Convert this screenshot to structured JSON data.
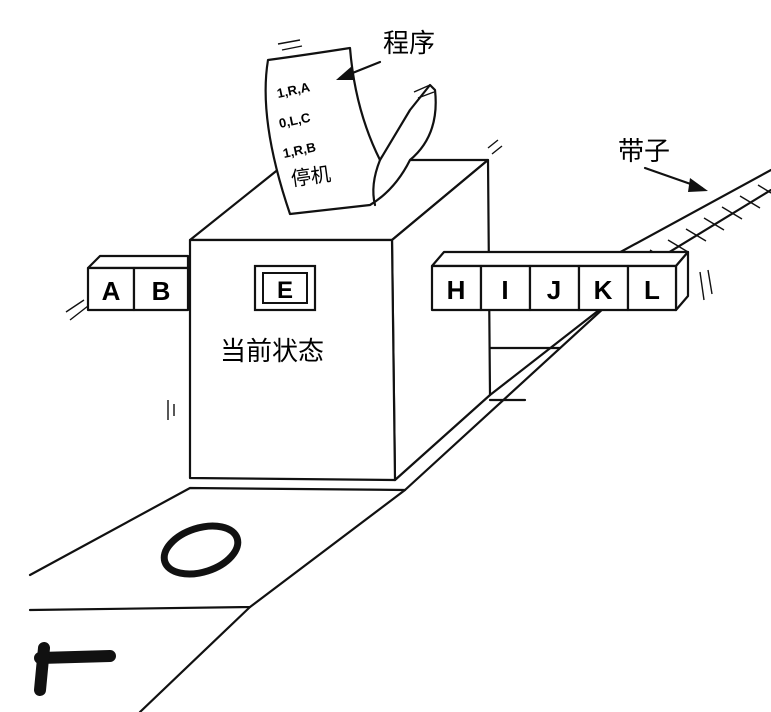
{
  "labels": {
    "program": "程序",
    "tape": "带子",
    "current_state": "当前状态",
    "halt": "停机"
  },
  "program_lines": [
    "1,R,A",
    "0,L,C",
    "1,R,B"
  ],
  "state_symbol": "E",
  "tape_left_cells": [
    "A",
    "B"
  ],
  "tape_right_cells": [
    "H",
    "I",
    "J",
    "K",
    "L"
  ],
  "floor_symbols": [
    "0",
    "1"
  ]
}
